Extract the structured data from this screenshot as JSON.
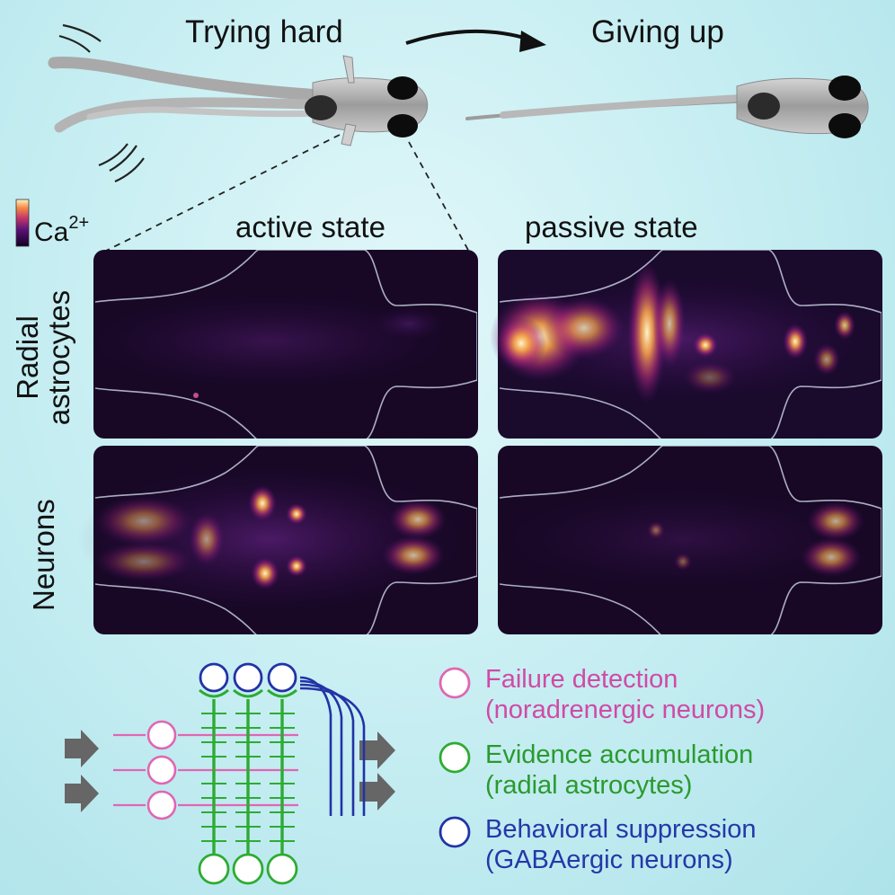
{
  "titles": {
    "left": "Trying hard",
    "right": "Giving up"
  },
  "calcium_label": {
    "base": "Ca",
    "superscript": "2+"
  },
  "states": {
    "active": "active state",
    "passive": "passive state"
  },
  "rows": {
    "row1_line1": "Radial",
    "row1_line2": "astrocytes",
    "row2": "Neurons"
  },
  "legend": [
    {
      "name": "Failure detection",
      "detail": "(noradrenergic neurons)",
      "color": "#d04aa6"
    },
    {
      "name": "Evidence accumulation",
      "detail": "(radial astrocytes)",
      "color": "#2a9a2e"
    },
    {
      "name": "Behavioral suppression",
      "detail": "(GABAergic neurons)",
      "color": "#2438a8"
    }
  ],
  "colors": {
    "pink": "#e066b3",
    "green": "#2eab32",
    "blue": "#2233a6",
    "arrow_gray": "#666666",
    "panel_dark": "#1a0a2a"
  },
  "icons": [
    "swim-motion-arcs",
    "transition-arrow",
    "zebrafish-struggling",
    "zebrafish-still",
    "calcium-colorbar"
  ]
}
